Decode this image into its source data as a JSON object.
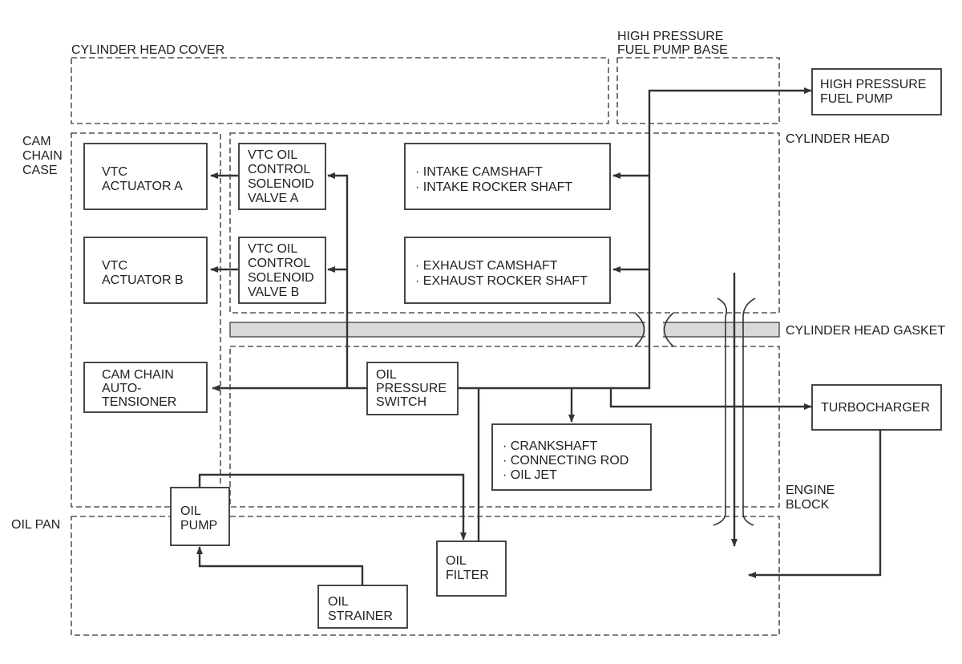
{
  "zones": {
    "cylinder_head_cover": "CYLINDER HEAD COVER",
    "hp_fuel_pump_base": [
      "HIGH PRESSURE",
      "FUEL PUMP BASE"
    ],
    "cam_chain_case": [
      "CAM",
      "CHAIN",
      "CASE"
    ],
    "cylinder_head": "CYLINDER HEAD",
    "cylinder_head_gasket": "CYLINDER HEAD GASKET",
    "engine_block": [
      "ENGINE",
      "BLOCK"
    ],
    "oil_pan": "OIL PAN"
  },
  "components": {
    "hp_fuel_pump": [
      "HIGH PRESSURE",
      "FUEL PUMP"
    ],
    "vtc_actuator_a": [
      "VTC",
      "ACTUATOR A"
    ],
    "vtc_actuator_b": [
      "VTC",
      "ACTUATOR B"
    ],
    "vtc_solenoid_a": [
      "VTC OIL",
      "CONTROL",
      "SOLENOID",
      "VALVE A"
    ],
    "vtc_solenoid_b": [
      "VTC OIL",
      "CONTROL",
      "SOLENOID",
      "VALVE B"
    ],
    "intake": [
      "· INTAKE CAMSHAFT",
      "· INTAKE ROCKER SHAFT"
    ],
    "exhaust": [
      "· EXHAUST CAMSHAFT",
      "· EXHAUST ROCKER SHAFT"
    ],
    "cam_chain_tensioner": [
      "CAM CHAIN",
      "AUTO-",
      "TENSIONER"
    ],
    "oil_pressure_switch": [
      "OIL",
      "PRESSURE",
      "SWITCH"
    ],
    "crankshaft": [
      "· CRANKSHAFT",
      "· CONNECTING ROD",
      "· OIL JET"
    ],
    "turbocharger": [
      "TURBOCHARGER"
    ],
    "oil_pump": [
      "OIL",
      "PUMP"
    ],
    "oil_filter": [
      "OIL",
      "FILTER"
    ],
    "oil_strainer": [
      "OIL",
      "STRAINER"
    ]
  },
  "colors": {
    "line": "#333333",
    "zone_border": "#555555",
    "gasket_fill": "#d9d9d9",
    "background": "#ffffff"
  }
}
